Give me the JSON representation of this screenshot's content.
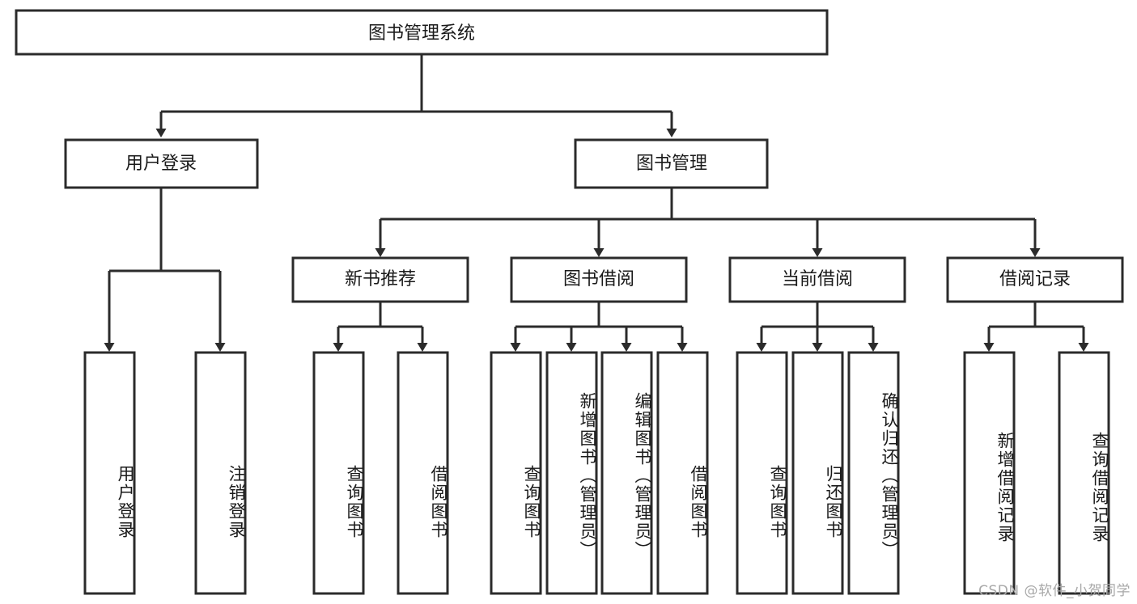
{
  "diagram": {
    "title_node": {
      "label": "图书管理系统"
    },
    "level2": [
      {
        "id": "user-login",
        "label": "用户登录"
      },
      {
        "id": "book-management",
        "label": "图书管理"
      }
    ],
    "level3": [
      {
        "id": "new-book-recommend",
        "label": "新书推荐"
      },
      {
        "id": "book-borrow",
        "label": "图书借阅"
      },
      {
        "id": "current-borrow",
        "label": "当前借阅"
      },
      {
        "id": "borrow-record",
        "label": "借阅记录"
      }
    ],
    "leaves": {
      "user_login": [
        {
          "id": "leaf-user-login",
          "label": "用户登录"
        },
        {
          "id": "leaf-logout-login",
          "label": "注销登录"
        }
      ],
      "new_book_recommend": [
        {
          "id": "leaf-query-book-1",
          "label": "查询图书"
        },
        {
          "id": "leaf-borrow-book-1",
          "label": "借阅图书"
        }
      ],
      "book_borrow": [
        {
          "id": "leaf-query-book-2",
          "label": "查询图书"
        },
        {
          "id": "leaf-add-book",
          "label": "新增图书（管理员）"
        },
        {
          "id": "leaf-edit-book",
          "label": "编辑图书（管理员）"
        },
        {
          "id": "leaf-borrow-book-2",
          "label": "借阅图书"
        }
      ],
      "current_borrow": [
        {
          "id": "leaf-query-book-3",
          "label": "查询图书"
        },
        {
          "id": "leaf-return-book",
          "label": "归还图书"
        },
        {
          "id": "leaf-confirm-return",
          "label": "确认归还（管理员）"
        }
      ],
      "borrow_record": [
        {
          "id": "leaf-add-borrow-record",
          "label": "新增借阅记录"
        },
        {
          "id": "leaf-query-borrow-record",
          "label": "查询借阅记录"
        }
      ]
    }
  },
  "watermark": {
    "text": "CSDN @软件_小贺同学"
  },
  "colors": {
    "stroke": "#2b2b2b",
    "fill": "#ffffff",
    "text": "#1a1a1a",
    "watermark": "#a8a8a8"
  }
}
